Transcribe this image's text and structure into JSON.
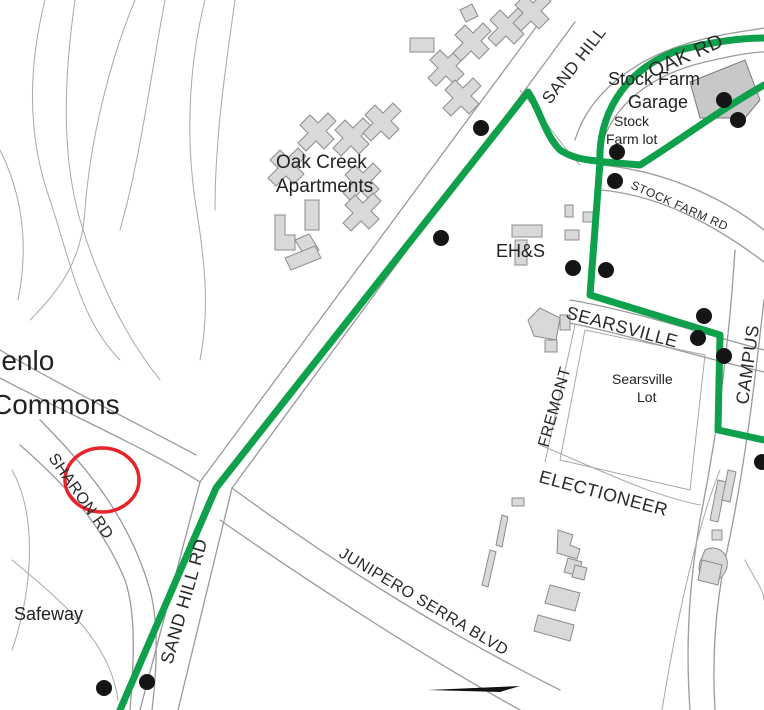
{
  "colors": {
    "route": "#0fa04b",
    "stop": "#151515",
    "highlight": "#e8242a",
    "road": "#9a9a9a",
    "building": "#d9d9d9"
  },
  "icons": {
    "stop": "bus-stop-dot-icon",
    "highlight": "highlight-circle-icon"
  },
  "places": {
    "oak_creek_1": "Oak Creek",
    "oak_creek_2": "Apartments",
    "stock_farm_garage_1": "Stock Farm",
    "stock_farm_garage_2": "Garage",
    "stock_farm_lot_1": "Stock",
    "stock_farm_lot_2": "Farm lot",
    "ehs": "EH&S",
    "searsville_lot_1": "Searsville",
    "searsville_lot_2": "Lot",
    "menlo_commons_1": "Menlo",
    "menlo_commons_2": "Commons",
    "safeway": "Safeway"
  },
  "streets": {
    "oak_rd": "OAK RD",
    "sand_hill_top": "SAND HILL",
    "sand_hill_rd": "SAND HILL RD",
    "stock_farm_rd": "STOCK FARM RD",
    "searsville": "SEARSVILLE",
    "fremont": "FREMONT",
    "electioneer": "ELECTIONEER",
    "junipero_serra": "JUNIPERO SERRA BLVD",
    "sharon_rd": "SHARON RD",
    "campus": "CAMPUS"
  }
}
